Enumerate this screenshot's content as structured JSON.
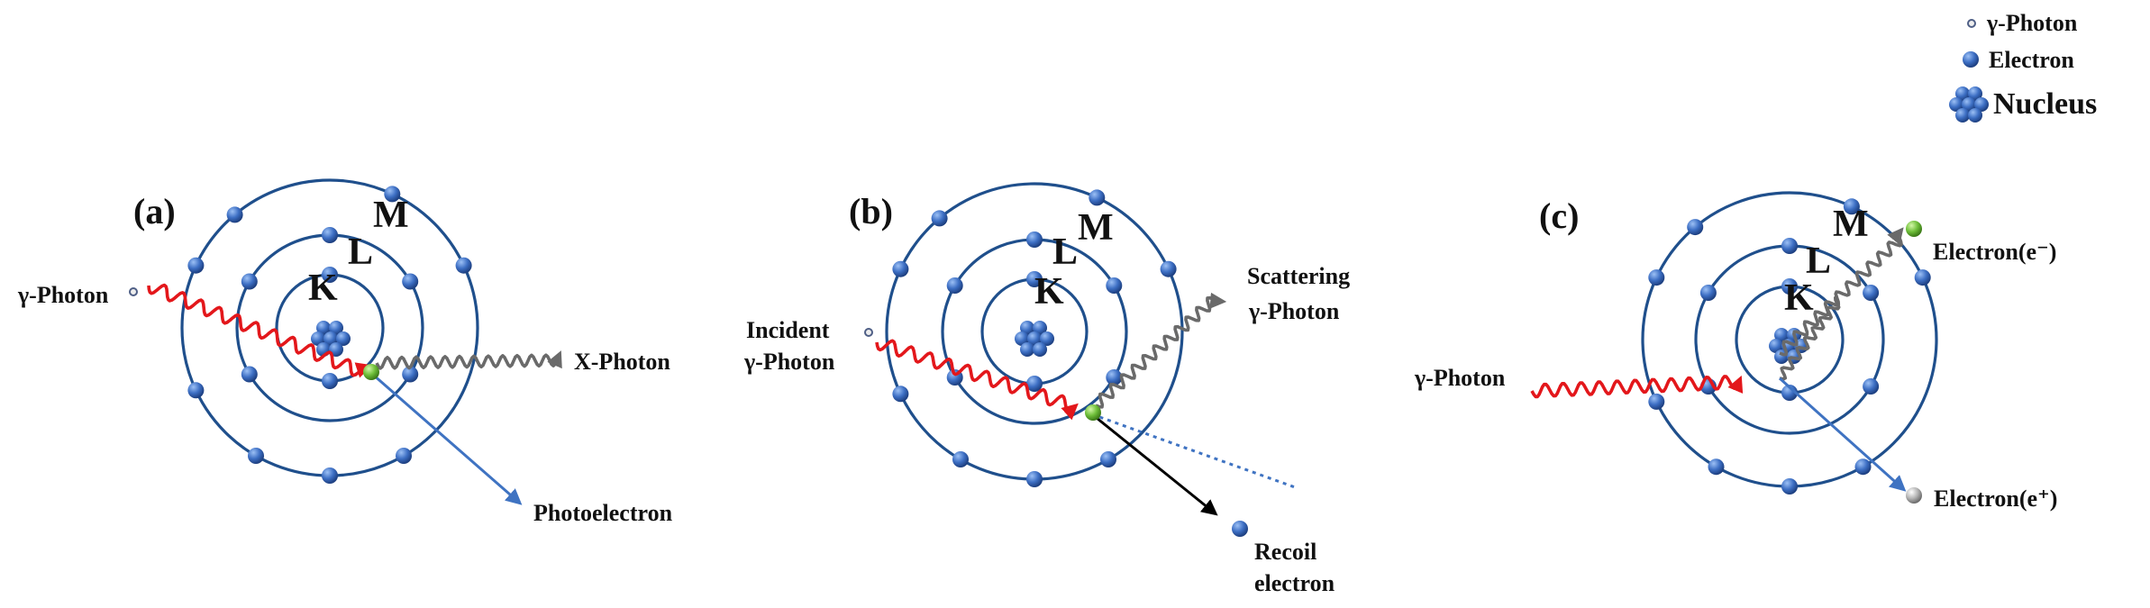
{
  "legend": {
    "photon": "γ-Photon",
    "electron": "Electron",
    "nucleus": "Nucleus"
  },
  "panels": [
    {
      "id": "a",
      "label": "(a)",
      "shells": [
        "K",
        "L",
        "M"
      ],
      "incoming": "γ-Photon",
      "outgoing": "X-Photon",
      "ejected": "Photoelectron"
    },
    {
      "id": "b",
      "label": "(b)",
      "shells": [
        "K",
        "L",
        "M"
      ],
      "incoming_line1": "Incident",
      "incoming_line2": "γ-Photon",
      "scattered_line1": "Scattering",
      "scattered_line2": "γ-Photon",
      "recoil_line1": "Recoil",
      "recoil_line2": "electron"
    },
    {
      "id": "c",
      "label": "(c)",
      "shells": [
        "K",
        "L",
        "M"
      ],
      "incoming": "γ-Photon",
      "electron_minus": "Electron(e⁻)",
      "electron_plus": "Electron(e⁺)"
    }
  ],
  "colors": {
    "orbit": "#1f4f8c",
    "electron": "#3d6fc4",
    "incoming_wave": "#e3171b",
    "outgoing_wave": "#6a6a6a",
    "photoelectron_line": "#3f73c2",
    "recoil_line": "#000000",
    "excited_electron": "#6fbf3a"
  }
}
